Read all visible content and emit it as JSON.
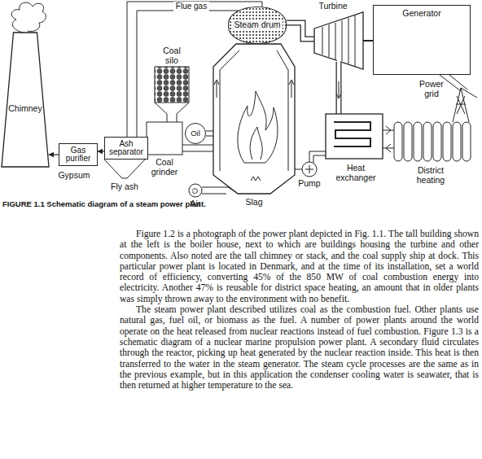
{
  "diagram": {
    "caption": "FIGURE 1.1 Schematic diagram of a steam power plant.",
    "nodes": [
      {
        "text": [
          "Chimney"
        ]
      },
      {
        "text": [
          "Steam drum"
        ]
      },
      {
        "text": [
          "Generator"
        ]
      },
      {
        "text": [
          "Oil"
        ]
      },
      {
        "text": [
          "Gas purifier"
        ]
      },
      {
        "text": [
          "Ash separator"
        ]
      }
    ],
    "edges": [
      {
        "from": 5,
        "to": 4,
        "arrow": "to"
      },
      {
        "from": 4,
        "to": 0,
        "arrow": "to"
      }
    ],
    "labels": [
      "Flue gas",
      "Turbine",
      "Coal silo",
      "Power grid",
      "Coal grinder",
      "Gypsum",
      "Fly ash",
      "Air",
      "Slag",
      "Pump",
      "Heat exchanger",
      "District heating",
      "Figure 1.2 is a photograph of the power plant depicted in Fig. 1.1. The tall building shown at the left is the boiler house, next to which are buildings housing the turbine and other components. Also noted are the tall chimney or stack, and the coal supply ship at dock. This particular power plant is located in Denmark, and at the time of its installation, set a world record of efficiency, converting 45% of the 850 MW of coal combustion energy into electricity. Another 47% is reusable for district space heating, an amount that in older plants was simply thrown away to the environment with no benefit.",
      "The steam power plant described utilizes coal as the combustion fuel. Other plants use natural gas, fuel oil, or biomass as the fuel. A number of power plants around the world operate on the heat released from nuclear reactions instead of fuel combustion. Figure 1.3 is a schematic diagram of a nuclear marine propulsion power plant. A secondary fluid circulates through the reactor, picking up heat generated by the nuclear reaction inside. This heat is then transferred to the water in the steam generator. The steam cycle processes are the same as in the previous example, but in this application the condenser cooling water is seawater, that is then returned at higher temperature to the sea."
    ]
  }
}
